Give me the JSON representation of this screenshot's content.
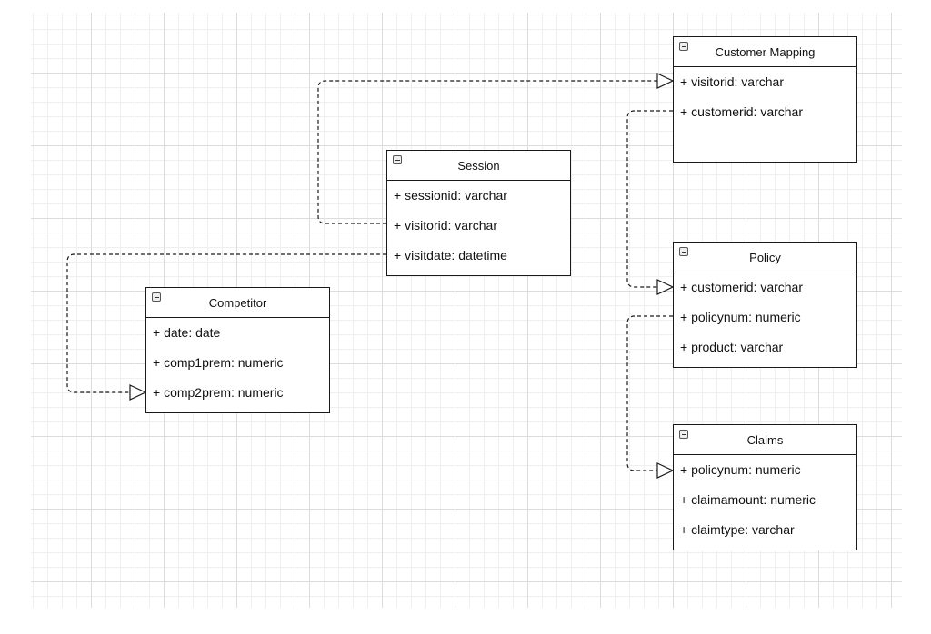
{
  "entities": {
    "customer_mapping": {
      "title": "Customer Mapping",
      "attributes": [
        "+ visitorid: varchar",
        "+ customerid: varchar"
      ]
    },
    "session": {
      "title": "Session",
      "attributes": [
        "+ sessionid: varchar",
        "+ visitorid: varchar",
        "+ visitdate: datetime"
      ]
    },
    "competitor": {
      "title": "Competitor",
      "attributes": [
        "+ date: date",
        "+ comp1prem: numeric",
        "+ comp2prem: numeric"
      ]
    },
    "policy": {
      "title": "Policy",
      "attributes": [
        "+ customerid: varchar",
        "+ policynum: numeric",
        "+ product: varchar"
      ]
    },
    "claims": {
      "title": "Claims",
      "attributes": [
        "+ policynum: numeric",
        "+ claimamount: numeric",
        "+ claimtype: varchar"
      ]
    }
  },
  "colors": {
    "line": "#1a1a1a",
    "grid_major": "#dcdcdc",
    "grid_minor": "#efefef"
  }
}
